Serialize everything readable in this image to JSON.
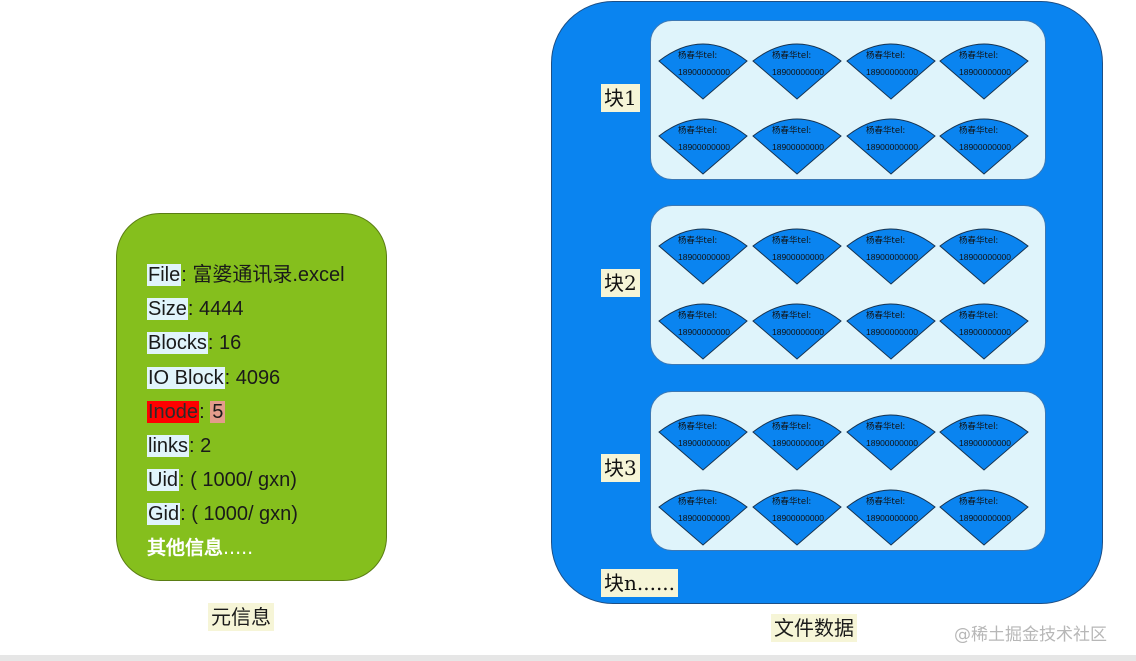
{
  "meta": {
    "caption": "元信息",
    "rows": [
      {
        "key": "File",
        "value": ": 富婆通讯录.excel"
      },
      {
        "key": "Size",
        "value": ": 4444"
      },
      {
        "key": "Blocks",
        "value": ": 16"
      },
      {
        "key": "IO Block",
        "value": ": 4096"
      },
      {
        "key": "Inode",
        "sep": ": ",
        "value": "5"
      },
      {
        "key": "links",
        "value": ": 2"
      },
      {
        "key": "Uid",
        "value": ": ( 1000/ gxn)"
      },
      {
        "key": "Gid",
        "value": ": ( 1000/ gxn)"
      }
    ],
    "other_label": "其他信息",
    "other_dots": "....."
  },
  "file_data": {
    "caption": "文件数据",
    "record": {
      "name": "杨春华tel:",
      "phone": "18900000000"
    },
    "blocks": [
      {
        "label": "块1"
      },
      {
        "label": "块2"
      },
      {
        "label": "块3"
      }
    ],
    "more_label": "块n......"
  },
  "watermark": "@稀土掘金技术社区",
  "colors": {
    "meta_bg": "#85bf1d",
    "panel_bg": "#0a84f0",
    "block_bg": "#dff4fb",
    "record_fill": "#0a84f0",
    "key_bg": "#e1f4fb",
    "inode_key_bg": "#ff0000",
    "inode_value_bg": "#e39c8b",
    "caption_bg": "#f6f5d7"
  }
}
